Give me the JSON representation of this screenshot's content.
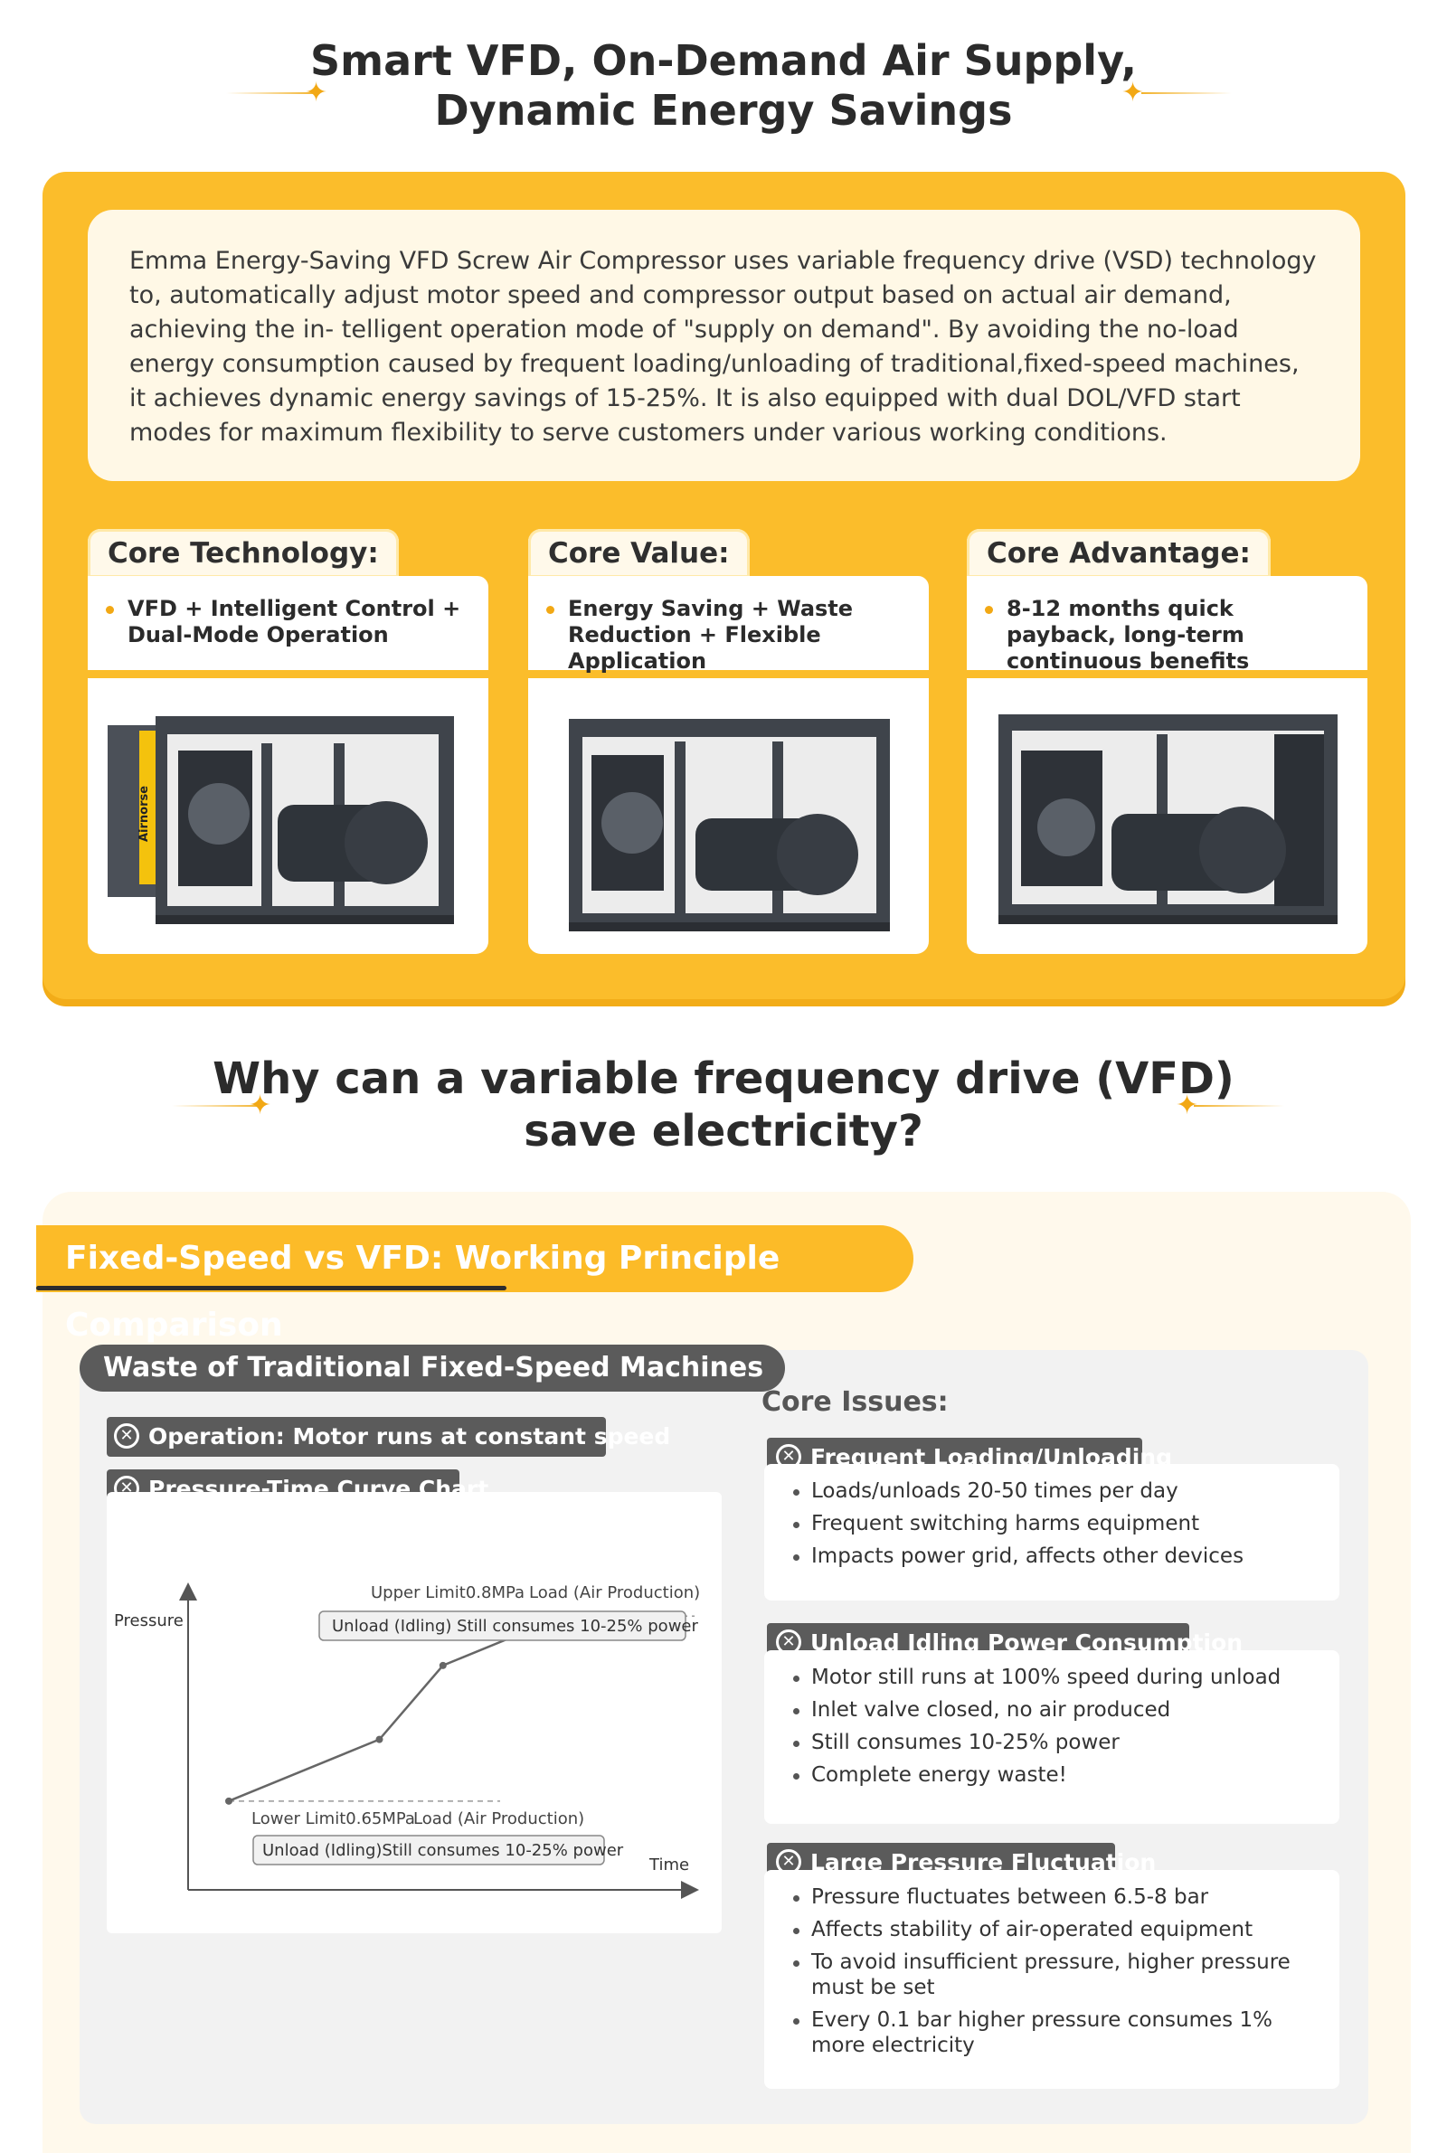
{
  "section1": {
    "title_line1": "Smart VFD, On-Demand Air Supply,",
    "title_line2": "Dynamic Energy Savings",
    "intro": "Emma Energy-Saving VFD Screw Air Compressor uses variable frequency drive (VSD) technology to, automatically adjust motor speed and compressor output based on actual air demand, achieving the in- telligent operation mode of \"supply on demand\". By avoiding the no-load energy consumption caused by frequent loading/unloading of traditional,fixed-speed machines, it achieves dynamic energy savings of 15-25%. It is also equipped with dual DOL/VFD start modes for maximum flexibility to serve customers under various working conditions.",
    "cores": [
      {
        "label": "Core Technology:",
        "text": "VFD + Intelligent Control + Dual-Mode Operation"
      },
      {
        "label": "Core Value:",
        "text": "Energy Saving + Waste Reduction + Flexible Application"
      },
      {
        "label": "Core Advantage:",
        "text": "8-12 months quick payback, long-term continuous benefits"
      }
    ],
    "brand_text": "Airnorse"
  },
  "section2": {
    "title_line1": "Why can a variable frequency drive (VFD)",
    "title_line2": "save electricity?",
    "comparison_title": "Fixed-Speed vs VFD: Working Principle Comparison",
    "waste_title": "Waste of Traditional Fixed-Speed Machines",
    "operation_tag": "Operation: Motor runs at constant speed",
    "chart_tag": "Pressure-Time Curve Chart",
    "core_issues": "Core Issues:",
    "issues": [
      {
        "title": "Frequent Loading/Unloading",
        "items": [
          "Loads/unloads 20-50 times per day",
          "Frequent switching harms equipment",
          "Impacts power grid, affects other devices"
        ]
      },
      {
        "title": "Unload Idling Power Consumption",
        "items": [
          "Motor still runs at 100% speed during unload",
          "Inlet valve closed, no air produced",
          "Still consumes 10-25% power",
          "Complete energy waste!"
        ]
      },
      {
        "title": "Large Pressure Fluctuation",
        "items": [
          "Pressure fluctuates between 6.5-8 bar",
          "Affects stability of air-operated equipment",
          "To avoid insufficient pressure, higher pressure must be set",
          "Every 0.1 bar higher pressure consumes 1% more electricity"
        ]
      }
    ]
  },
  "chart_data": {
    "type": "line",
    "xlabel": "Time",
    "ylabel": "Pressure",
    "upper_label": "Upper Limit0.8MPa",
    "upper_load": "Load (Air Production)",
    "upper_unload": "Unload (Idling)  Still consumes 10-25% power",
    "lower_label": "Lower Limit0.65MPa",
    "lower_load": "Load (Air Production)",
    "lower_unload": "Unload (Idling)Still consumes 10-25% power",
    "points": [
      {
        "x": 0.0,
        "y": 0.65
      },
      {
        "x": 0.45,
        "y": 0.7
      },
      {
        "x": 0.64,
        "y": 0.76
      },
      {
        "x": 1.0,
        "y": 0.8
      }
    ],
    "y_upper": 0.8,
    "y_lower": 0.65,
    "xlim": [
      0,
      1
    ],
    "ylim": [
      0.6,
      0.82
    ]
  }
}
